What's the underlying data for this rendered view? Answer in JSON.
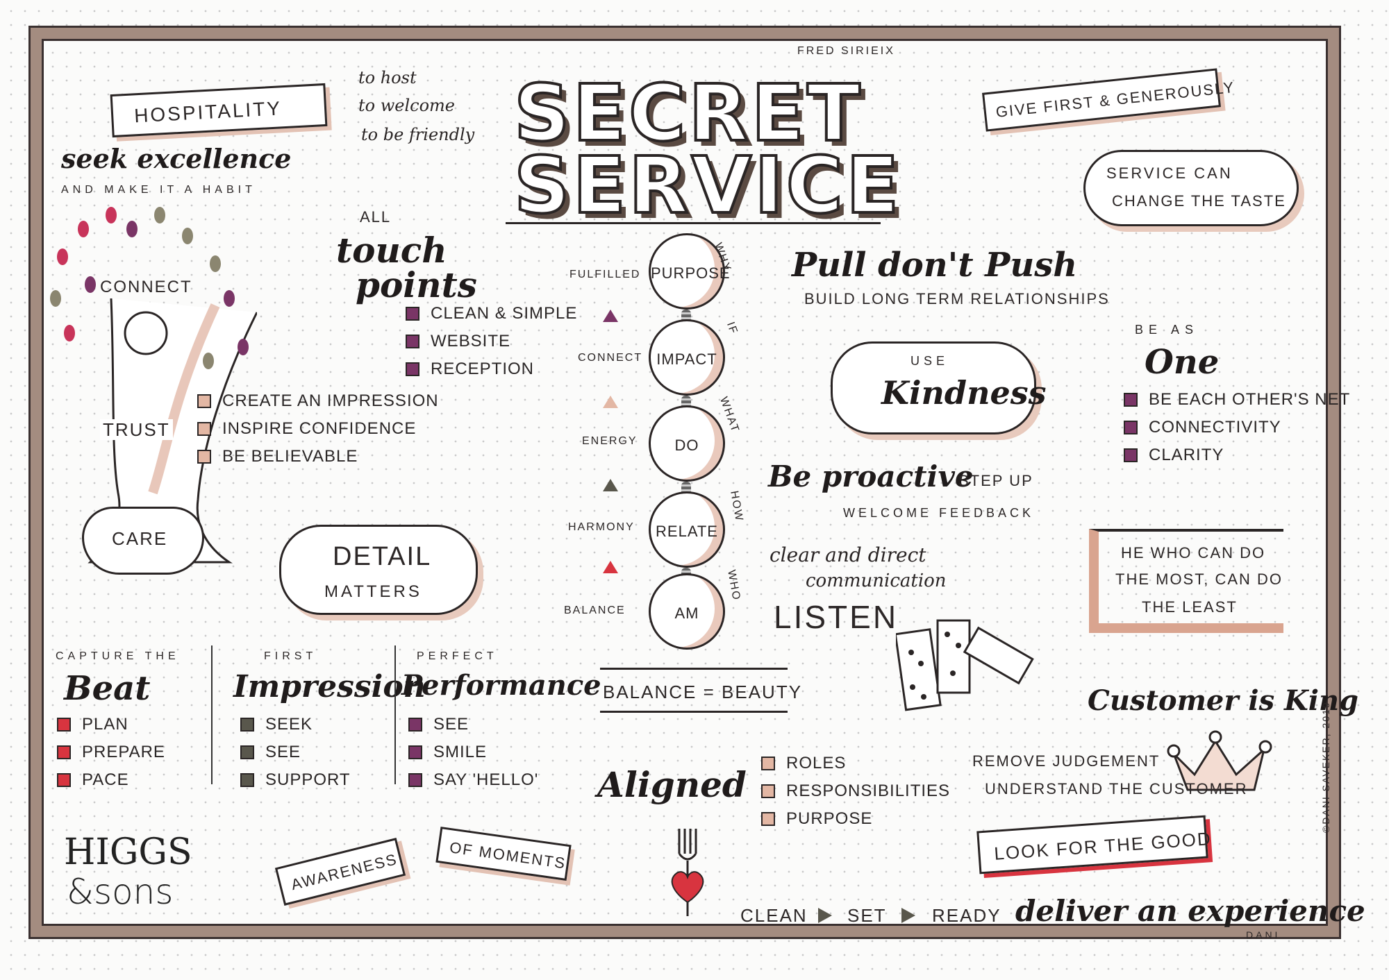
{
  "author_top": "FRED SIRIEIX",
  "title_line1": "SECRET",
  "title_line2": "SERVICE",
  "hospitality": {
    "banner": "HOSPITALITY",
    "meanings": [
      "to host",
      "to welcome",
      "to be friendly"
    ],
    "seek": "seek excellence",
    "habit": "AND MAKE IT A HABIT"
  },
  "tree": {
    "connect": "CONNECT",
    "trust": "TRUST",
    "care": "CARE",
    "items": [
      "CREATE AN IMPRESSION",
      "INSPIRE CONFIDENCE",
      "BE BELIEVABLE"
    ]
  },
  "touch_points": {
    "all": "ALL",
    "line1": "touch",
    "line2": "points",
    "items": [
      "CLEAN & SIMPLE",
      "WEBSITE",
      "RECEPTION"
    ]
  },
  "detail": {
    "line1": "DETAIL",
    "line2": "MATTERS"
  },
  "chain": {
    "left": [
      "FULFILLED",
      "CONNECT",
      "ENERGY",
      "HARMONY",
      "BALANCE"
    ],
    "circles": [
      "PURPOSE",
      "IMPACT",
      "DO",
      "RELATE",
      "AM"
    ],
    "right": [
      "WHY",
      "IF",
      "WHAT",
      "HOW",
      "WHO"
    ]
  },
  "balance": "BALANCE = BEAUTY",
  "give_first": "GIVE FIRST & GENEROUSLY",
  "taste": {
    "line1": "SERVICE CAN",
    "line2": "CHANGE THE TASTE"
  },
  "pull": {
    "title": "Pull don't Push",
    "sub": "BUILD LONG TERM RELATIONSHIPS"
  },
  "kindness": {
    "use": "USE",
    "word": "Kindness"
  },
  "one": {
    "be_as": "BE AS",
    "word": "One",
    "items": [
      "BE EACH OTHER'S NET",
      "CONNECTIVITY",
      "CLARITY"
    ]
  },
  "proactive": {
    "word": "Be proactive",
    "step": "STEP UP",
    "welcome": "WELCOME FEEDBACK"
  },
  "clear": {
    "line1": "clear and direct",
    "line2": "communication"
  },
  "listen": "LISTEN",
  "quote": {
    "line1": "HE WHO CAN DO",
    "line2": "THE MOST, CAN DO",
    "line3": "THE LEAST"
  },
  "beat": {
    "pre": "CAPTURE THE",
    "word": "Beat",
    "items": [
      "PLAN",
      "PREPARE",
      "PACE"
    ]
  },
  "impression": {
    "pre": "FIRST",
    "word": "Impression",
    "items": [
      "SEEK",
      "SEE",
      "SUPPORT"
    ]
  },
  "performance": {
    "pre": "PERFECT",
    "word": "Performance",
    "items": [
      "SEE",
      "SMILE",
      "SAY 'HELLO'"
    ]
  },
  "aligned": {
    "word": "Aligned",
    "items": [
      "ROLES",
      "RESPONSIBILITIES",
      "PURPOSE"
    ]
  },
  "customer": {
    "title": "Customer is King",
    "line1": "REMOVE JUDGEMENT",
    "line2": "UNDERSTAND THE CUSTOMER"
  },
  "look": "LOOK FOR THE GOOD",
  "awareness": {
    "a": "AWARENESS",
    "b": "OF MOMENTS"
  },
  "higgs": {
    "line1": "HIGGS",
    "line2": "&sons"
  },
  "clean_set_ready": [
    "CLEAN",
    "SET",
    "READY"
  ],
  "deliver": "deliver an experience",
  "signature": "DANI",
  "copyright": "©DANI SAVEKER, 2019",
  "colors": {
    "frame": "#a48c80",
    "red": "#d8343f",
    "purple": "#7a3566",
    "peach": "#e3b7a4",
    "olive": "#59574c",
    "ink": "#2a2525"
  }
}
